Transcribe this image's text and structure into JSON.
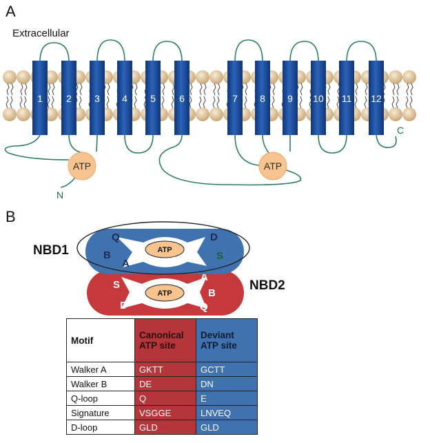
{
  "panel_a": {
    "label": "A",
    "extracellular_label": "Extracellular",
    "helices": [
      "1",
      "2",
      "3",
      "4",
      "5",
      "6",
      "7",
      "8",
      "9",
      "10",
      "11",
      "12"
    ],
    "atp_labels": [
      "ATP",
      "ATP"
    ],
    "n_terminus": "N",
    "c_terminus": "C"
  },
  "panel_b": {
    "label": "B",
    "nbd1": {
      "name": "NBD1",
      "atp_label": "ATP",
      "motif_letters": [
        "Q",
        "B",
        "A",
        "D",
        "S"
      ]
    },
    "nbd2": {
      "name": "NBD2",
      "atp_label": "ATP",
      "motif_letters": [
        "S",
        "D",
        "A",
        "B",
        "Q"
      ]
    },
    "table": {
      "headers": [
        "Motif",
        "Canonical ATP site",
        "Deviant ATP site"
      ],
      "rows": [
        {
          "motif": "Walker A",
          "canonical": "GKTT",
          "deviant": "GCTT"
        },
        {
          "motif": "Walker B",
          "canonical": "DE",
          "deviant": "DN"
        },
        {
          "motif": "Q-loop",
          "canonical": "Q",
          "deviant": "E"
        },
        {
          "motif": "Signature",
          "canonical": "VSGGE",
          "deviant": "LNVEQ"
        },
        {
          "motif": "D-loop",
          "canonical": "GLD",
          "deviant": "GLD"
        }
      ]
    }
  },
  "colors": {
    "helix_blue": "#1a4f9e",
    "lipid_head": "#e2c79a",
    "chain_green": "#2f7d5e",
    "atp_orange": "#f7c490",
    "nbd1_blue": "#3f72ae",
    "nbd2_red": "#c5393c"
  }
}
